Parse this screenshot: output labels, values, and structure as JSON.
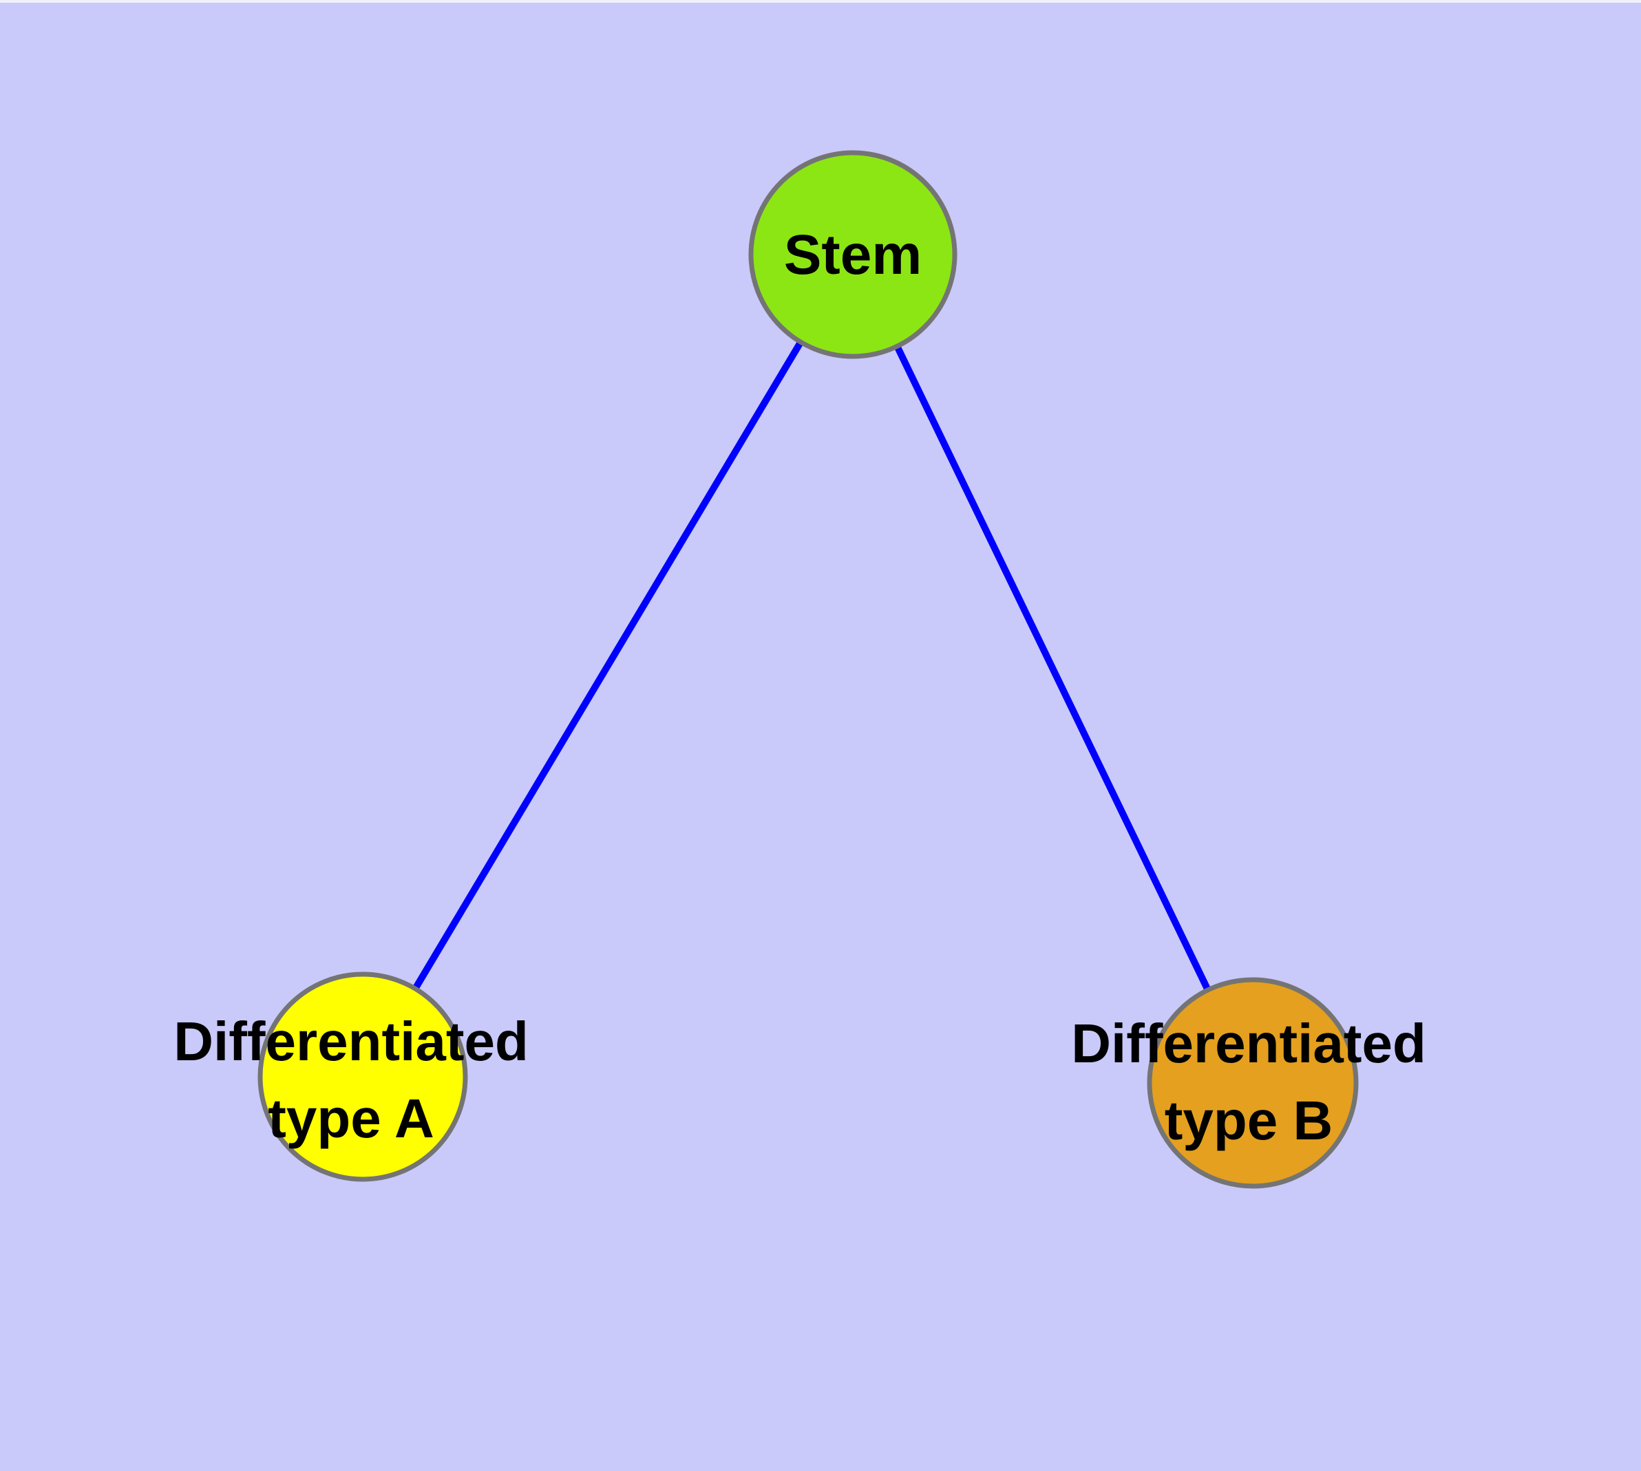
{
  "canvas": {
    "background_color": "#C9C9FA",
    "top_edge_color": "#F1F1FC"
  },
  "graph": {
    "type": "node-link-diagram",
    "edge_color": "#0000FF",
    "node_border_color": "#747474",
    "label_color": "#000000",
    "nodes": {
      "stem": {
        "label": "Stem",
        "fill": "#8CE614"
      },
      "typeA": {
        "label_line1": "Differentiated",
        "label_line2": "type A",
        "fill": "#FFFF00"
      },
      "typeB": {
        "label_line1": "Differentiated",
        "label_line2": "type B",
        "fill": "#E4A01E"
      }
    },
    "edges": [
      {
        "from": "Stem",
        "to": "Differentiated type A"
      },
      {
        "from": "Stem",
        "to": "Differentiated type B"
      }
    ]
  }
}
